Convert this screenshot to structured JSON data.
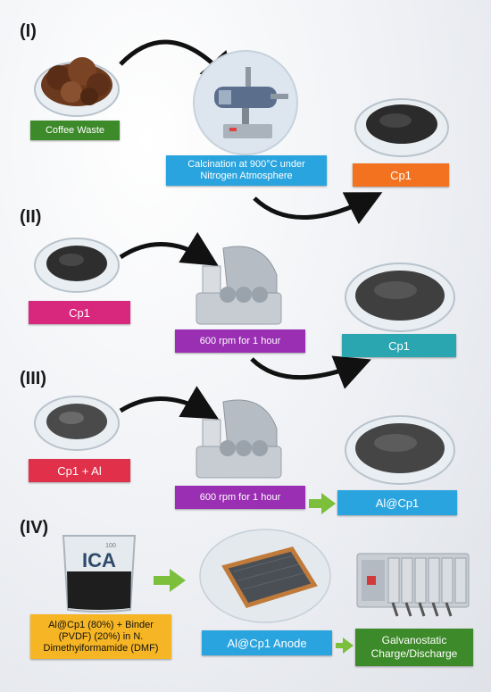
{
  "sections": [
    {
      "numeral": "(I)"
    },
    {
      "numeral": "(II)"
    },
    {
      "numeral": "(III)"
    },
    {
      "numeral": "(IV)"
    }
  ],
  "labels": {
    "coffee_waste": "Coffee Waste",
    "calcination_line1": "Calcination at 900°C under",
    "calcination_line2": "Nitrogen Atmosphere",
    "s1_cp1": "Cp1",
    "s2_cp1_input": "Cp1",
    "s2_mill": "600 rpm for 1 hour",
    "s2_cp1_output": "Cp1",
    "s3_input": "Cp1 + Al",
    "s3_mill": "600 rpm for 1 hour",
    "s3_output": "Al@Cp1",
    "ica": "ICA",
    "beaker_mark": "100",
    "slurry_line1": "Al@Cp1 (80%) + Binder",
    "slurry_line2": "(PVDF) (20%) in N.",
    "slurry_line3": "Dimethyiformamide  (DMF)",
    "anode": "Al@Cp1 Anode",
    "galv_line1": "Galvanostatic",
    "galv_line2": "Charge/Discharge"
  },
  "colors": {
    "green": "#3d8a2a",
    "blue": "#2aa4de",
    "orange": "#f2721f",
    "pink": "#d8287e",
    "purple": "#9a2fb3",
    "teal": "#2aa6b0",
    "red": "#e0304a",
    "yellow": "#f6b524",
    "arrow_green": "#7bbf3a"
  }
}
